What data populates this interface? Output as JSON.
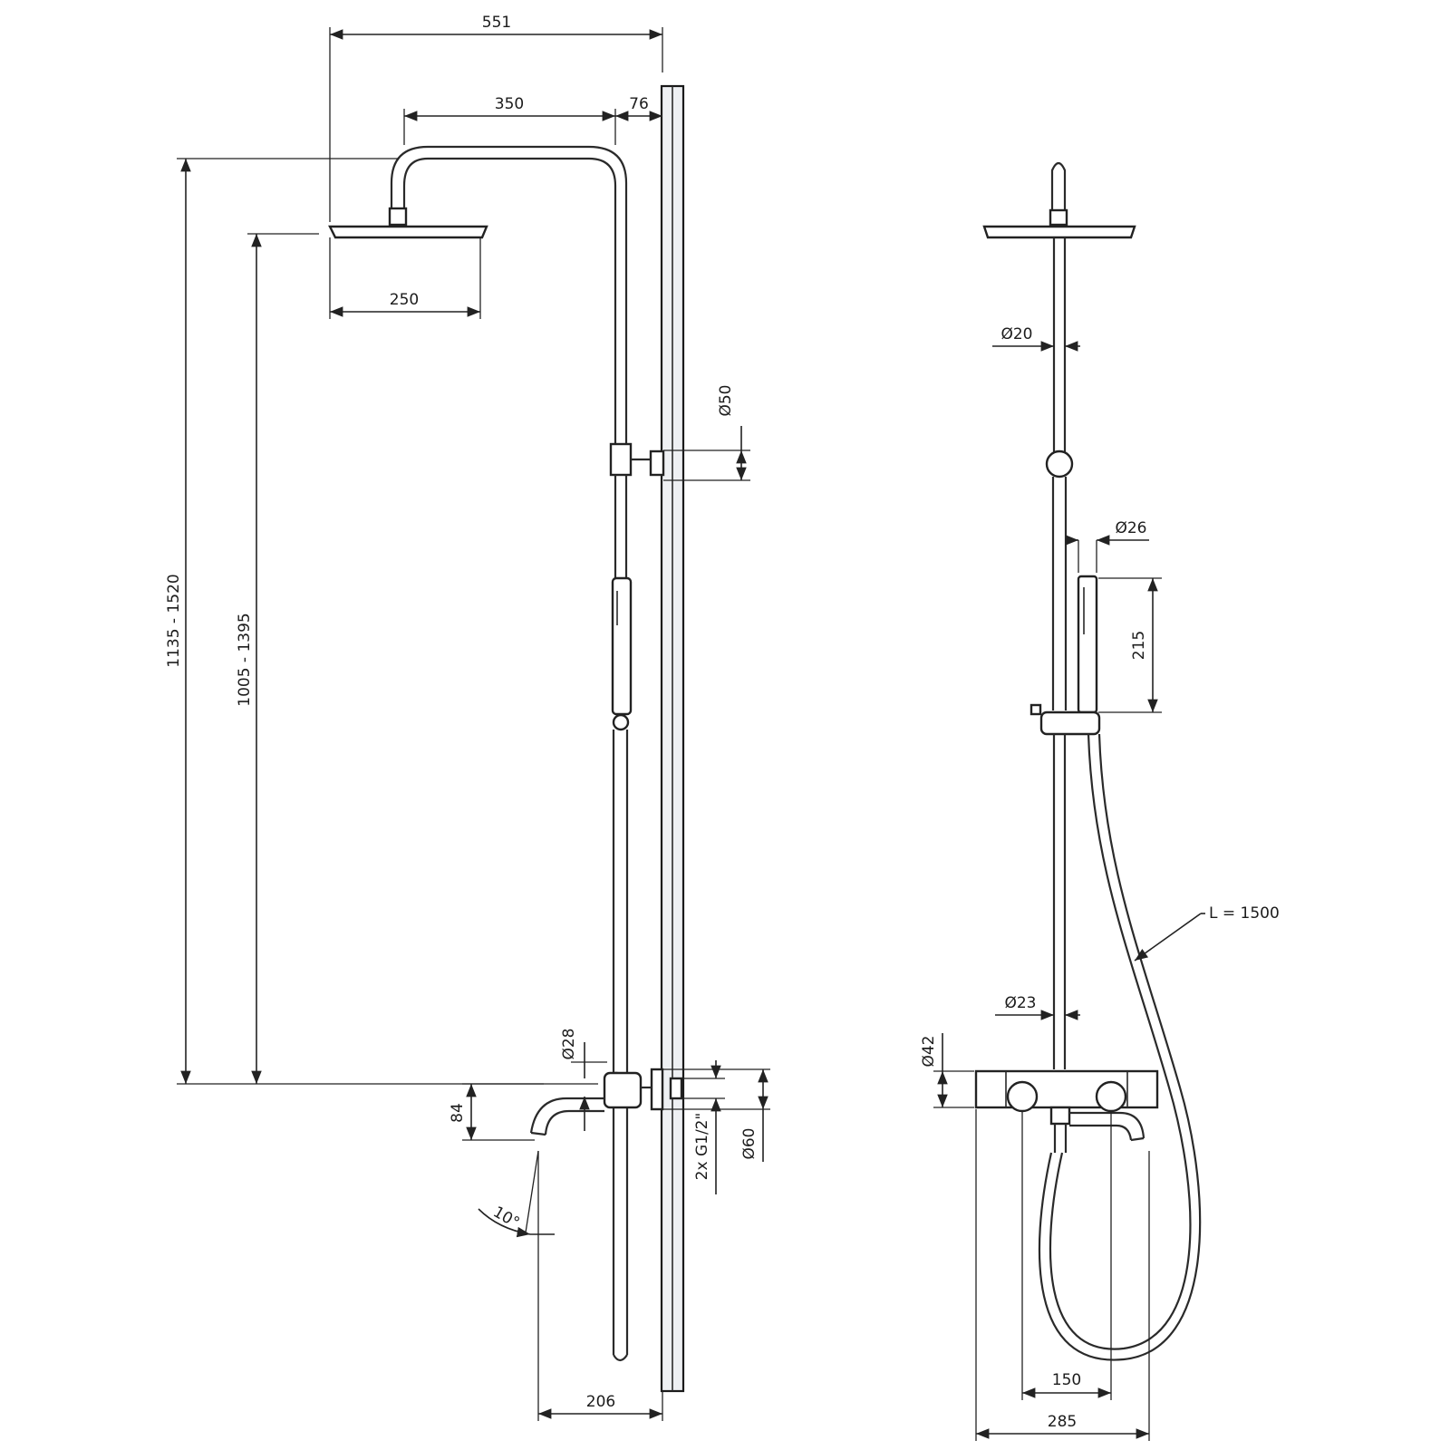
{
  "colors": {
    "line": "#222222",
    "wall_fill": "#eef0f3",
    "background": "#ffffff"
  },
  "side_view": {
    "dim_overall_width": "551",
    "dim_arm_length": "350",
    "dim_wall_offset": "76",
    "dim_head_diameter": "250",
    "dim_bracket": "Ø50",
    "dim_total_height": "1135 - 1520",
    "dim_head_height": "1005 - 1395",
    "dim_pipe": "Ø28",
    "dim_spout_drop": "84",
    "dim_thread": "2x G1/2\"",
    "dim_flange": "Ø60",
    "dim_angle": "10°",
    "dim_spout_projection": "206"
  },
  "front_view": {
    "dim_upper_pipe": "Ø20",
    "dim_handshower": "Ø26",
    "dim_handshower_length": "215",
    "dim_hose_length": "L = 1500",
    "dim_lower_pipe": "Ø23",
    "dim_mixer_height": "Ø42",
    "dim_inlet_spacing": "150",
    "dim_mixer_width": "285"
  }
}
